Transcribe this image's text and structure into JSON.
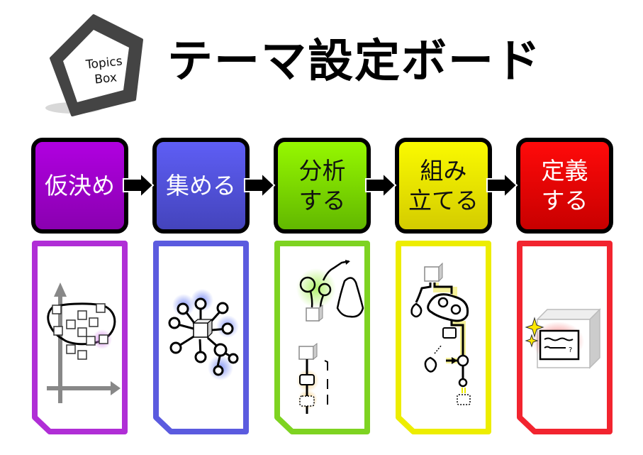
{
  "logo": {
    "line1": "Topics",
    "line2": "Box",
    "shape": "pentagon",
    "color": "#3c3c3c"
  },
  "title": "テーマ設定ボード",
  "steps": [
    {
      "label": "仮決め",
      "color": "#a400d8",
      "gradient_end": "#8a00b4",
      "text_color": "#ffffff",
      "card_color": "#b02ed6",
      "icon": "cluster-on-axes-icon"
    },
    {
      "label": "集める",
      "color": "#5a5aee",
      "gradient_end": "#4444c0",
      "text_color": "#ffffff",
      "card_color": "#5b5bdf",
      "icon": "hub-network-icon"
    },
    {
      "label": "分析\nする",
      "color": "#8ef000",
      "gradient_end": "#66c000",
      "text_color": "#111111",
      "card_color": "#7ed321",
      "icon": "analysis-balloons-icon"
    },
    {
      "label": "組み\n立てる",
      "color": "#f6f600",
      "gradient_end": "#d8d200",
      "text_color": "#111111",
      "card_color": "#eded00",
      "icon": "assembly-flow-icon"
    },
    {
      "label": "定義\nする",
      "color": "#ff0000",
      "gradient_end": "#cc0000",
      "text_color": "#ffffff",
      "card_color": "#f2242f",
      "icon": "defined-box-icon"
    }
  ],
  "step_labels": {
    "s0": "仮決め",
    "s1": "集める",
    "s2a": "分析",
    "s2b": "する",
    "s3a": "組み",
    "s3b": "立てる",
    "s4a": "定義",
    "s4b": "する"
  }
}
